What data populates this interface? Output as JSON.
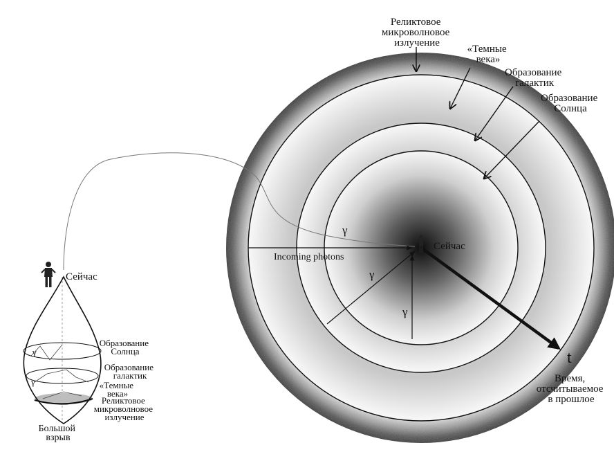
{
  "labels": {
    "cmb": [
      "Реликтовое",
      "микроволновое",
      "излучение"
    ],
    "dark_ages": [
      "«Темные",
      "века»"
    ],
    "galaxy_formation": [
      "Образование",
      "галактик"
    ],
    "sun_formation": [
      "Образование",
      "Солнца"
    ],
    "now": "Сейчас",
    "incoming_photons": "Incoming photons",
    "gamma": "γ",
    "time_axis": "t",
    "time_caption": [
      "Время,",
      "отсчитываемое",
      "в прошлое"
    ]
  },
  "cone": {
    "now": "Сейчас",
    "sun_formation": [
      "Образование",
      "Солнца"
    ],
    "galaxy_formation": [
      "Образование",
      "галактик"
    ],
    "dark_ages": [
      "«Темные",
      "века»"
    ],
    "cmb": [
      "Реликтовое",
      "микроволновое",
      "излучение"
    ],
    "big_bang": [
      "Большой",
      "взрыв"
    ],
    "gamma": "γ"
  },
  "colors": {
    "background": "#ffffff",
    "ink": "#111111",
    "center_dark": "#0d0d0d",
    "ring_light": "#f4f4f4",
    "cmb_band": "#5a5a5a",
    "cmb_shadow": "#a8a8a8"
  },
  "icons": {
    "observer": "person-standing-icon"
  }
}
